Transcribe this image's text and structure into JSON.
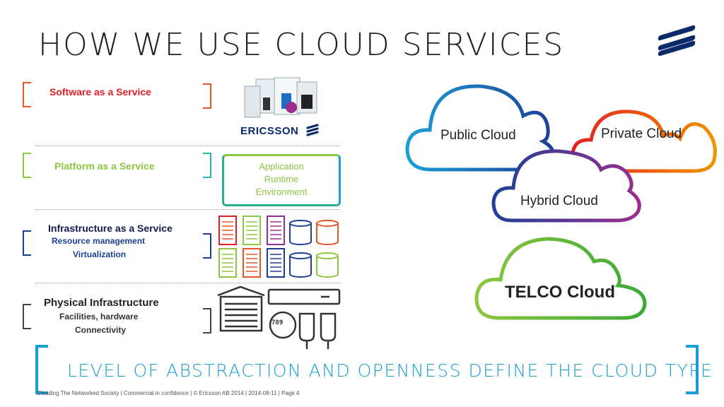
{
  "slide": {
    "title": "HOW WE USE CLOUD SERVICES",
    "banner": "LEVEL OF ABSTRACTION AND OPENNESS DEFINE THE CLOUD TYPE",
    "footer": "Clouding The Networked Society  |  Commercial in confidence  |  © Ericsson AB 2014  |  2014-08-11  |  Page 4"
  },
  "layers": {
    "saas": {
      "label": "Software as a Service",
      "color": "#e31e24",
      "logo_text": "ERICSSON"
    },
    "paas": {
      "label": "Platform as a Service",
      "color": "#8dc63f",
      "box_text_1": "Application",
      "box_text_2": "Runtime",
      "box_text_3": "Environment"
    },
    "iaas": {
      "label": "Infrastructure as a Service",
      "sub1": "Resource management",
      "sub2": "Virtualization",
      "color": "#1c3f95"
    },
    "physical": {
      "label": "Physical  Infrastructure",
      "sub1": "Facilities, hardware",
      "sub2": "Connectivity",
      "color": "#333333",
      "meter_text": "789"
    }
  },
  "clouds": {
    "public": "Public Cloud",
    "private": "Private Cloud",
    "hybrid": "Hybrid Cloud",
    "telco": "TELCO Cloud"
  },
  "colors": {
    "accent_blue": "#1a9fd5",
    "brand_navy": "#002561"
  }
}
